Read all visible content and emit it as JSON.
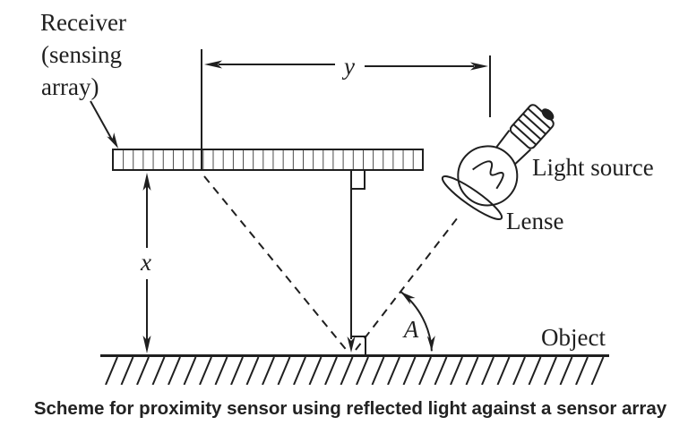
{
  "diagram": {
    "labels": {
      "receiver_line1": "Receiver",
      "receiver_line2": "(sensing",
      "receiver_line3": "array)",
      "light_source": "Light source",
      "lens": "Lense",
      "object": "Object",
      "dim_y": "y",
      "dim_x": "x",
      "angle": "A"
    },
    "colors": {
      "ink": "#1f1f1f",
      "background": "#ffffff"
    }
  },
  "caption": "Scheme for proximity sensor using reflected light against a sensor array"
}
